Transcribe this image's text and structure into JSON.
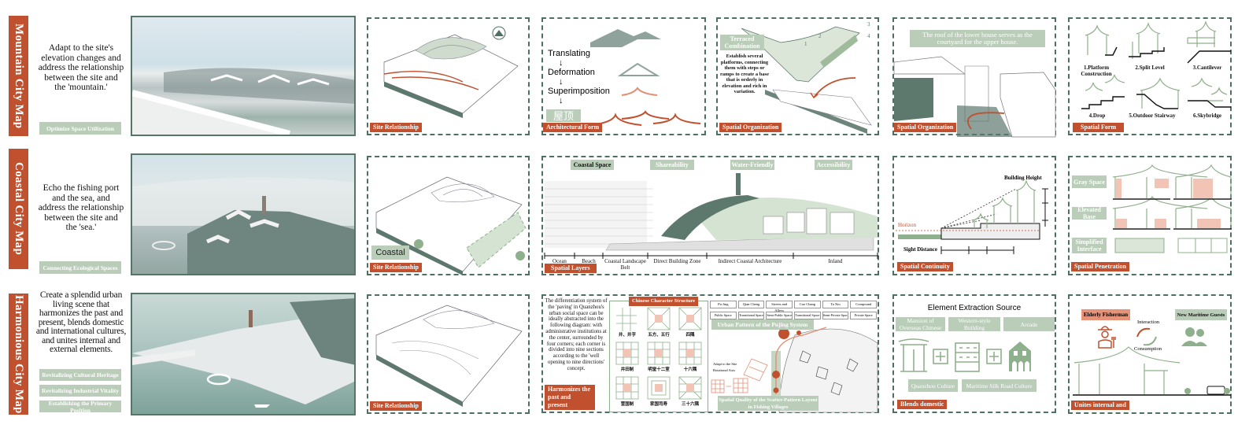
{
  "colors": {
    "accent": "#c0502e",
    "label_green": "#b9cdb8",
    "border": "#4f6f63"
  },
  "rows": [
    {
      "title": "Mountain City Map",
      "description": "Adapt to the site's elevation changes and address the relationship between the site and the 'mountain.'",
      "labels": [
        "Optimize Space Utilization"
      ],
      "panels": {
        "site": {
          "tag": "Site Relationship"
        },
        "form": {
          "tag": "Architectural Form",
          "steps": [
            "Translating",
            "Deformation",
            "Superimposition"
          ],
          "arrow": "↓",
          "roof_chinese": "屋顶"
        },
        "organization": {
          "tag": "Spatial Organization",
          "title": "Terraced Combination",
          "text": "Establish several platforms, connecting them with steps or ramps to create a base that is orderly in elevation and rich in variation.",
          "numbers": [
            "1",
            "2",
            "3",
            "4"
          ]
        },
        "organization2": {
          "tag": "Spatial Organization",
          "caption": "The roof of the lower house serves as the courtyard for the upper house."
        },
        "form2": {
          "tag": "Spatial Form",
          "types": [
            "1.Platform Construction",
            "2.Split Level",
            "3.Cantilever",
            "4.Drop",
            "5.Outdoor Stairway",
            "6.Skybridge"
          ]
        }
      }
    },
    {
      "title": "Coastal City Map",
      "description": "Echo the fishing port and the sea, and address the relationship between the site and the 'sea.'",
      "labels": [
        "Connecting Ecological Spaces"
      ],
      "panels": {
        "site": {
          "tag": "Site Relationship",
          "badge": "Coastal"
        },
        "layers": {
          "tag": "Spatial Layers",
          "headers": [
            "Coastal Space",
            "Shareability",
            "Water-Friendly",
            "Accessibility"
          ],
          "zones": [
            "Ocean",
            "Beach",
            "Coastal Landscape Belt",
            "Direct Building Zone",
            "Indirect Coastal Architecture",
            "Inland"
          ]
        },
        "continuity": {
          "tag": "Spatial Continuity",
          "building_height": "Building Height",
          "horizon": "Horizon",
          "sight_distance": "Sight Distance"
        },
        "penetration": {
          "tag": "Spatial Penetration",
          "rows": [
            "Gray Space",
            "Elevated Base",
            "Simplified Interface"
          ]
        }
      }
    },
    {
      "title": "Harmonious City Map",
      "description": "Create a splendid urban living scene that harmonizes the past and present, blends domestic and international cultures, and unites internal and external elements.",
      "labels": [
        "Revitalizing Cultural Heritage",
        "Revitalizing Industrial Vitality",
        "Establishing the Primary Position"
      ],
      "panels": {
        "site": {
          "tag": "Site Relationship"
        },
        "harmonize": {
          "tag": "Harmonizes the past and present",
          "text": "The differentiation system of the 'paving' in Quanzhou's urban social space can be ideally abstracted into the following diagram: with administrative institutions at the center, surrounded by four corners; each corner is divided into nine sections according to the 'well opening to nine directions' concept.",
          "structure_title": "Chinese Character Structure",
          "grid_labels": [
            "井、井字",
            "五方、五行",
            "四隅",
            "井田制",
            "明堂十二室",
            "十六隅",
            "营国制",
            "家国司寿",
            "三十六隅"
          ],
          "hierarchy_top": [
            "Pu Jing",
            "Qian Cheng",
            "Streets and Alleys",
            "Cuo Chang",
            "Ta Xiu",
            "Compound"
          ],
          "hierarchy_bottom": [
            "Public Space",
            "Transitional Space",
            "Semi-Public Space",
            "Transitional Space",
            "Semi-Private Space",
            "Private Space"
          ],
          "urban_pattern": "Urban Pattern of the Pujing System",
          "adapt": "Adapt to the Site",
          "axis": "Rotational Axis",
          "spatial_quality": "Spatial Quality of the Scatter-Pattern Layout in Fishing Villages"
        },
        "blends": {
          "tag": "Blends domestic",
          "title": "Element Extraction Source",
          "sources": [
            "Mansion of Overseas Chinese",
            "Western-style Building",
            "Arcade"
          ],
          "cultures": [
            "Quanzhou Culture",
            "Maritime Silk Road Culture"
          ]
        },
        "unites": {
          "tag": "Unites internal and",
          "actors": [
            "Elderly Fisherman",
            "New Maritime Guests"
          ],
          "interaction": "Interaction",
          "consumption": "Consumption"
        }
      }
    }
  ]
}
